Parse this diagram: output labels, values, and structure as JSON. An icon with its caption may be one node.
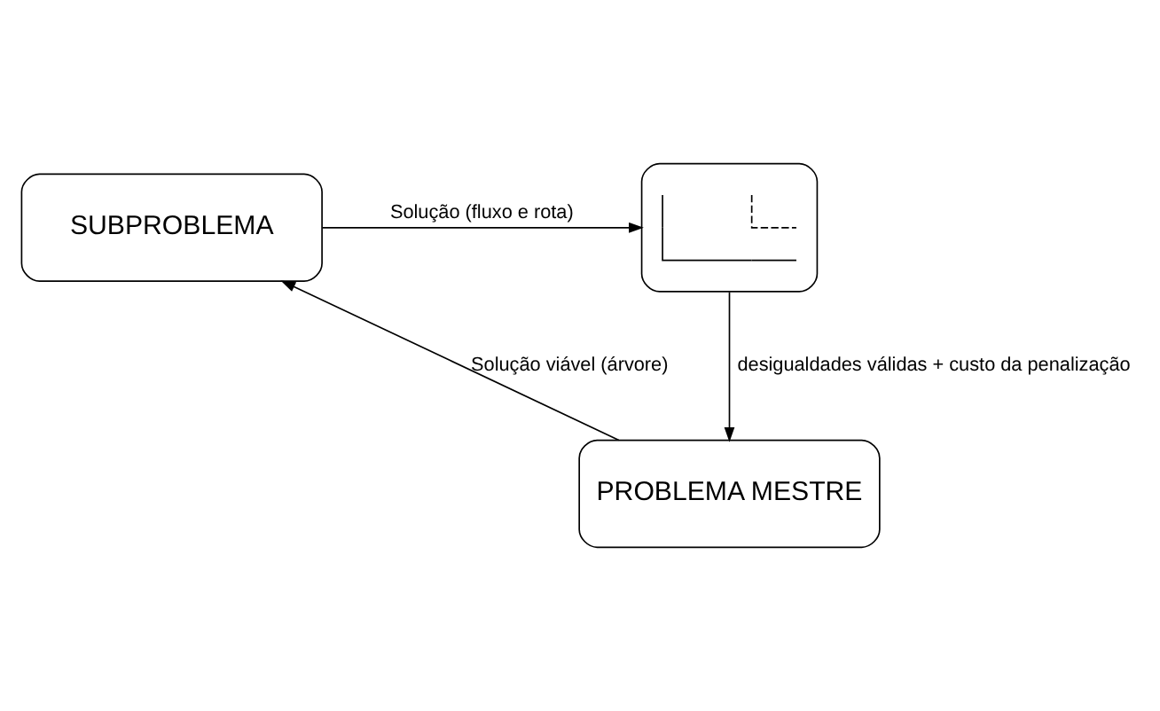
{
  "diagram": {
    "nodes": [
      {
        "text": [
          "SUBPROBLEMA"
        ]
      },
      {
        "text": [],
        "shape": "picture"
      },
      {
        "text": [
          "PROBLEMA MESTRE"
        ]
      }
    ],
    "edges": [
      {
        "from": 0,
        "to": 1,
        "arrow": "to",
        "label": "Solução (fluxo e rota)"
      },
      {
        "from": 1,
        "to": 2,
        "arrow": "to",
        "label": "desigualdades válidas + custo da penalização"
      },
      {
        "from": 2,
        "to": 0,
        "arrow": "to",
        "label": "Solução viável (árvore)"
      }
    ]
  }
}
